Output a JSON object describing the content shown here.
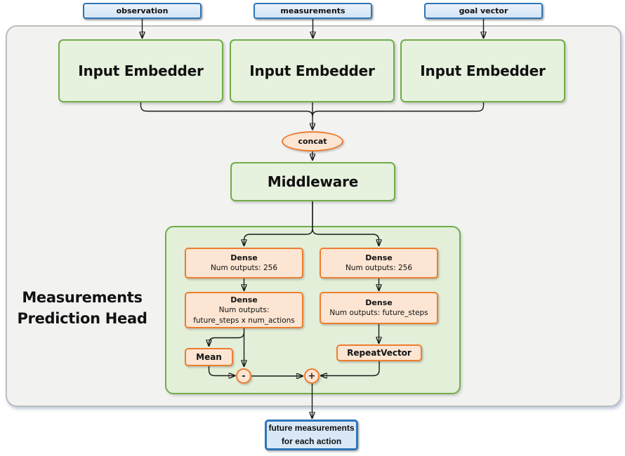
{
  "diagram": {
    "inputs": [
      {
        "label": "observation"
      },
      {
        "label": "measurements"
      },
      {
        "label": "goal vector"
      }
    ],
    "embedders": [
      {
        "label": "Input Embedder"
      },
      {
        "label": "Input Embedder"
      },
      {
        "label": "Input Embedder"
      }
    ],
    "concat_label": "concat",
    "middleware_label": "Middleware",
    "head_label_line1": "Measurements",
    "head_label_line2": "Prediction Head",
    "branches": {
      "left": {
        "dense1_title": "Dense",
        "dense1_sub": "Num outputs: 256",
        "dense2_title": "Dense",
        "dense2_sub1": "Num outputs:",
        "dense2_sub2": "future_steps x num_actions",
        "mean_label": "Mean",
        "minus_label": "-"
      },
      "right": {
        "dense1_title": "Dense",
        "dense1_sub": "Num outputs: 256",
        "dense2_title": "Dense",
        "dense2_sub": "Num outputs: future_steps",
        "repeat_label": "RepeatVector",
        "plus_label": "+"
      }
    },
    "output": {
      "line1": "future measurements",
      "line2": "for each action"
    }
  },
  "colors": {
    "blue_border": "#2E75B6",
    "blue_fill": "#DCE9F6",
    "green_border": "#70AD47",
    "green_fill": "#E5F0DD",
    "orange_border": "#ED7D31",
    "orange_fill": "#FCE5D2",
    "panel_fill": "#F2F2F1",
    "panel_border": "#BDBDBD",
    "line_color": "#1A1A1A"
  }
}
